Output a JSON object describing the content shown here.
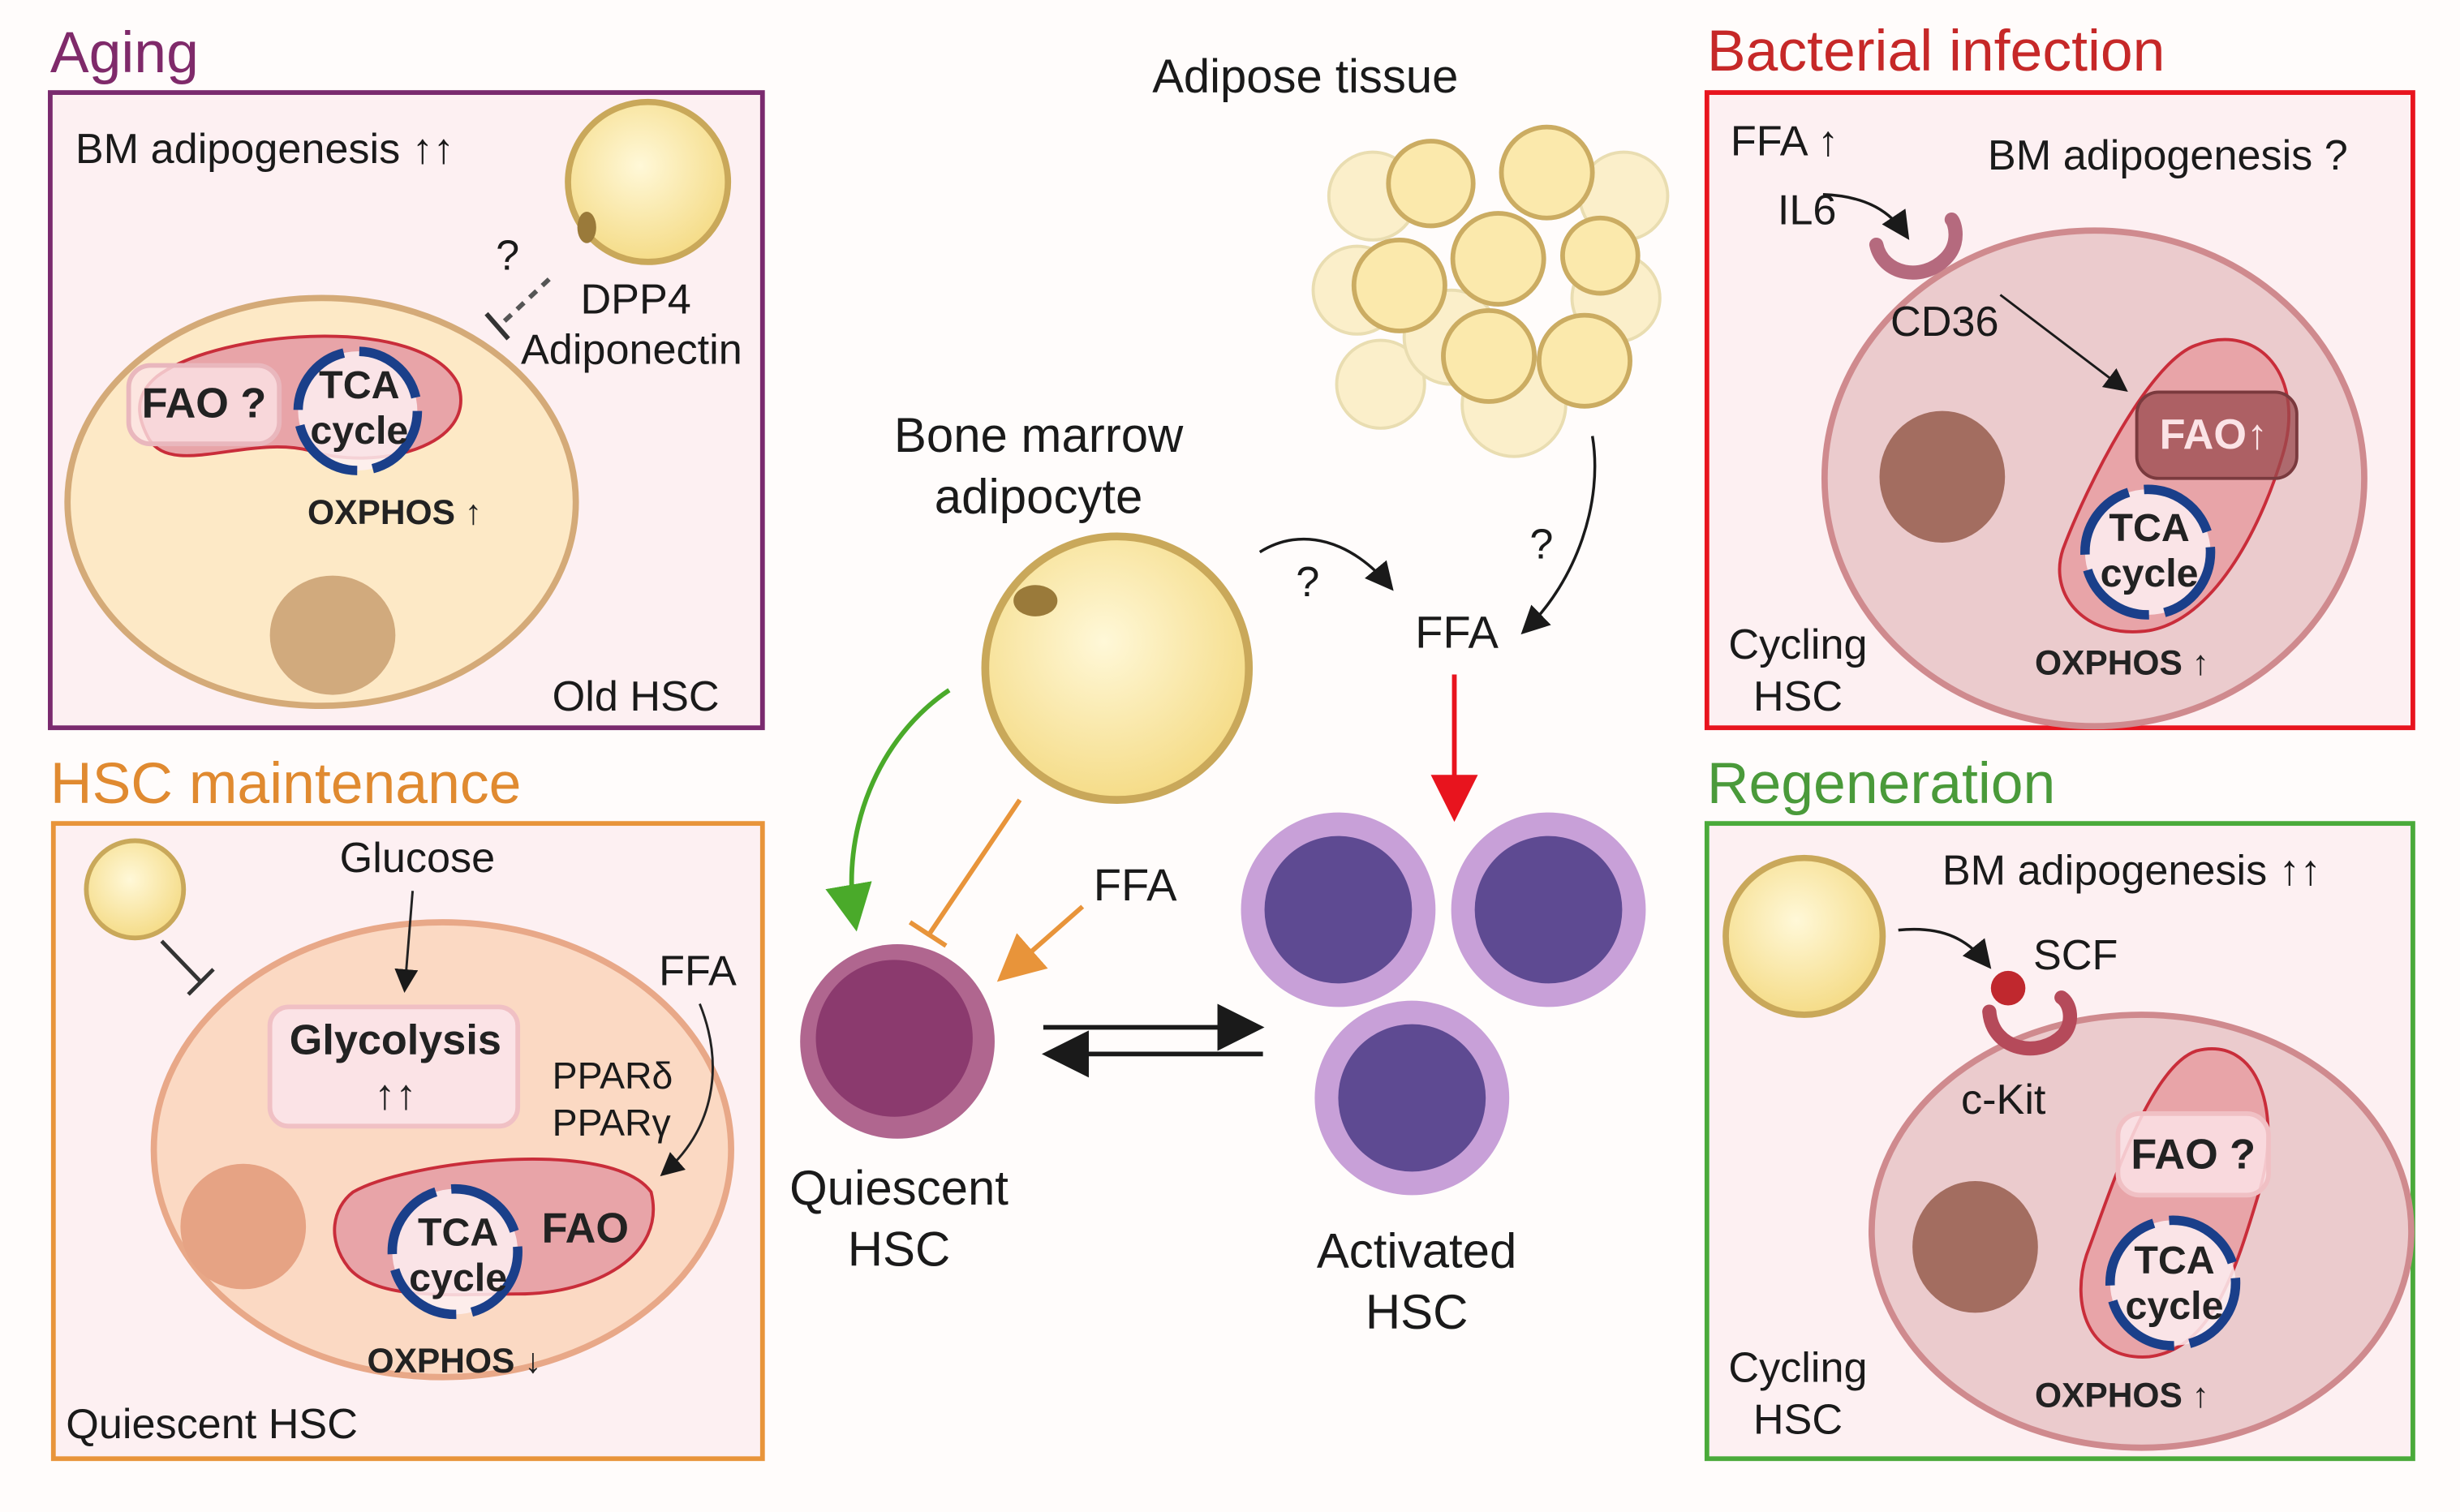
{
  "colors": {
    "aging": "#7f2a6a",
    "maintenance": "#e08a30",
    "infection": "#c62828",
    "regeneration": "#4a9a3a",
    "tca_arrows": "#1a3f8a",
    "adipocyte": "#fbe9a8",
    "quiescent_hsc": "#8b3a6e",
    "activated_hsc": "#5e4a92"
  },
  "center": {
    "adipose_tissue": "Adipose tissue",
    "bm_adipocyte_line1": "Bone marrow",
    "bm_adipocyte_line2": "adipocyte",
    "q1": "?",
    "q2": "?",
    "ffa_top": "FFA",
    "ffa_mid": "FFA",
    "quiescent_line1": "Quiescent",
    "quiescent_line2": "HSC",
    "activated_line1": "Activated",
    "activated_line2": "HSC"
  },
  "aging": {
    "title": "Aging",
    "adipogenesis": "BM adipogenesis ↑↑",
    "question": "?",
    "dpp4": "DPP4",
    "adiponectin": "Adiponectin",
    "fao": "FAO ?",
    "tca1": "TCA",
    "tca2": "cycle",
    "oxphos": "OXPHOS ↑",
    "cell_label": "Old HSC"
  },
  "maintenance": {
    "title": "HSC maintenance",
    "glucose": "Glucose",
    "glycolysis": "Glycolysis",
    "glycolysis_arrows": "↑↑",
    "ffa": "FFA",
    "ppard": "PPARδ",
    "pparg": "PPARγ",
    "tca1": "TCA",
    "tca2": "cycle",
    "fao": "FAO",
    "oxphos": "OXPHOS ↓",
    "cell_label": "Quiescent HSC"
  },
  "infection": {
    "title": "Bacterial infection",
    "ffa": "FFA ↑",
    "il6": "IL6",
    "adipogenesis": "BM adipogenesis ?",
    "cd36": "CD36",
    "fao": "FAO↑",
    "tca1": "TCA",
    "tca2": "cycle",
    "oxphos": "OXPHOS ↑",
    "cell_label1": "Cycling",
    "cell_label2": "HSC"
  },
  "regeneration": {
    "title": "Regeneration",
    "adipogenesis": "BM adipogenesis ↑↑",
    "scf": "SCF",
    "ckit": "c-Kit",
    "fao": "FAO ?",
    "tca1": "TCA",
    "tca2": "cycle",
    "oxphos": "OXPHOS ↑",
    "cell_label1": "Cycling",
    "cell_label2": "HSC"
  }
}
